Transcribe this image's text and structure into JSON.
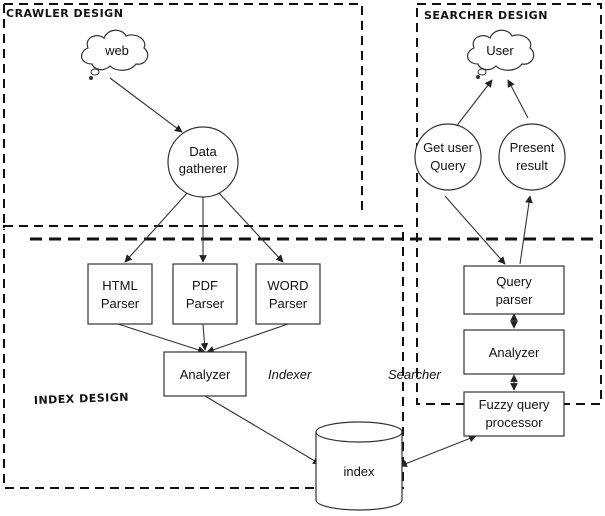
{
  "sections": {
    "crawler": "CRAWLER DESIGN",
    "searcher": "SEARCHER DESIGN",
    "index": "INDEX DESIGN"
  },
  "nodes": {
    "web": "web",
    "user": "User",
    "gatherer": [
      "Data",
      "gatherer"
    ],
    "get_query": [
      "Get user",
      "Query"
    ],
    "present": [
      "Present",
      "result"
    ],
    "html_parser": [
      "HTML",
      "Parser"
    ],
    "pdf_parser": [
      "PDF",
      "Parser"
    ],
    "word_parser": [
      "WORD",
      "Parser"
    ],
    "analyzer_left": "Analyzer",
    "query_parser": [
      "Query",
      "parser"
    ],
    "analyzer_right": "Analyzer",
    "fuzzy": [
      "Fuzzy query",
      "processor"
    ],
    "index": "index"
  },
  "annotations": {
    "indexer": "Indexer",
    "searcher": "Searcher"
  }
}
